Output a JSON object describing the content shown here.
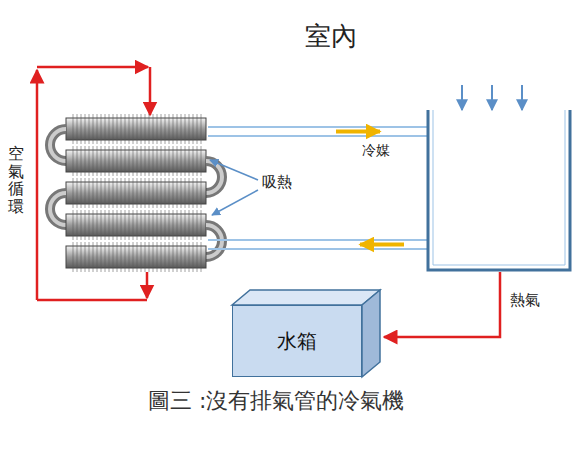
{
  "diagram": {
    "title": "室內",
    "caption": "圖三 :沒有排氣管的冷氣機",
    "nodes": [
      {
        "text": [
          "水箱"
        ]
      }
    ],
    "labels": [
      "冷媒",
      "吸熱",
      "空氣循環",
      "熱氣"
    ]
  }
}
